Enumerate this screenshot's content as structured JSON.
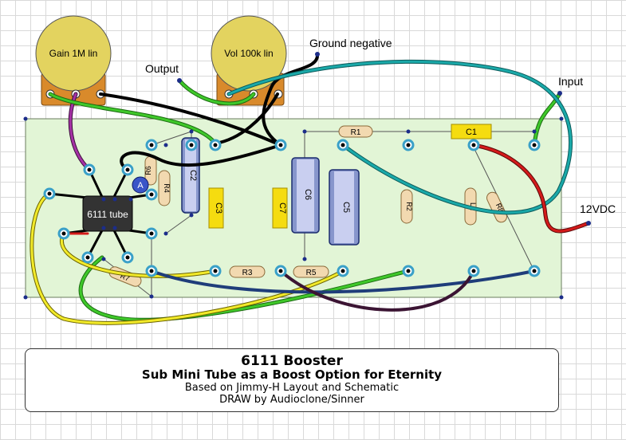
{
  "labels": {
    "ground_negative": "Ground negative",
    "output": "Output",
    "input": "Input",
    "supply": "12VDC"
  },
  "pots": {
    "gain": "Gain 1M lin",
    "volume": "Vol 100k lin"
  },
  "components": {
    "tube": "6111 tube",
    "r1": "R1",
    "r2": "R2",
    "r3": "R3",
    "r4": "R4",
    "r5": "R5",
    "r6": "R6",
    "r7": "R7",
    "r8": "R8",
    "c1": "C1",
    "c2": "C2",
    "c3": "C3",
    "c5": "C5",
    "c6": "C6",
    "c7": "C7",
    "l1": "L1",
    "transistor": "A"
  },
  "title_block": {
    "title": "6111 Booster",
    "subtitle": "Sub Mini Tube as a Boost Option for Eternity",
    "line3": "Based on Jimmy-H Layout and Schematic",
    "line4": "DRAW by Audioclone/Sinner"
  },
  "colors": {
    "board": "#e2f5d6",
    "pot_body": "#e3d35f",
    "pot_base": "#d98a2b",
    "resistor": "#f2d9b0",
    "capacitor_yellow": "#f5dc10",
    "capacitor_blue": "#8796cc",
    "pad": "#3aa0c8",
    "wire_black": "#000000",
    "wire_green": "#3fc82a",
    "wire_teal": "#1aa9a9",
    "wire_yellow": "#f2ea2a",
    "wire_purple": "#a531a5",
    "wire_red": "#d41a1a",
    "wire_navy": "#1f3d7a",
    "wire_maroon": "#3b1433"
  }
}
